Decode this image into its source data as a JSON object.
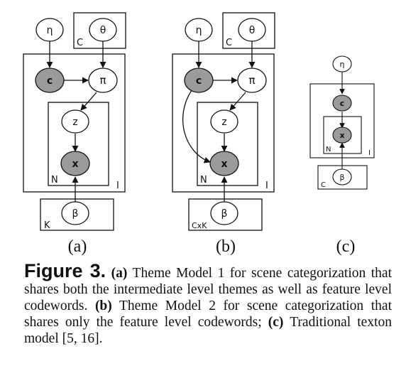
{
  "figure": {
    "diagrams": [
      {
        "id": "a",
        "label": "(a)",
        "nodes": {
          "eta": "η",
          "theta": "θ",
          "c": "c",
          "pi": "π",
          "z": "z",
          "x": "x",
          "beta": "β"
        },
        "plates": {
          "theta_plate": "C",
          "outer_plate": "I",
          "inner_plate": "N",
          "beta_plate": "K"
        }
      },
      {
        "id": "b",
        "label": "(b)",
        "nodes": {
          "eta": "η",
          "theta": "θ",
          "c": "c",
          "pi": "π",
          "z": "z",
          "x": "x",
          "beta": "β"
        },
        "plates": {
          "theta_plate": "C",
          "outer_plate": "I",
          "inner_plate": "N",
          "beta_plate": "CxK"
        }
      },
      {
        "id": "c",
        "label": "(c)",
        "nodes": {
          "eta": "η",
          "c": "c",
          "x": "x",
          "beta": "β"
        },
        "plates": {
          "outer_plate": "I",
          "inner_plate": "N",
          "beta_plate": "C"
        }
      }
    ],
    "caption": {
      "figure_label": "Figure 3.",
      "a_tag": "(a)",
      "a_text": " Theme Model 1 for scene categorization that shares both the intermediate level themes as well as feature level codewords. ",
      "b_tag": "(b)",
      "b_text": " Theme Model 2 for scene categorization that shares only the feature level codewords; ",
      "c_tag": "(c)",
      "c_text": " Traditional texton model [5, 16]."
    },
    "colors": {
      "shaded_node": "#9a9a9a",
      "stroke": "#111111",
      "background": "#ffffff"
    }
  }
}
